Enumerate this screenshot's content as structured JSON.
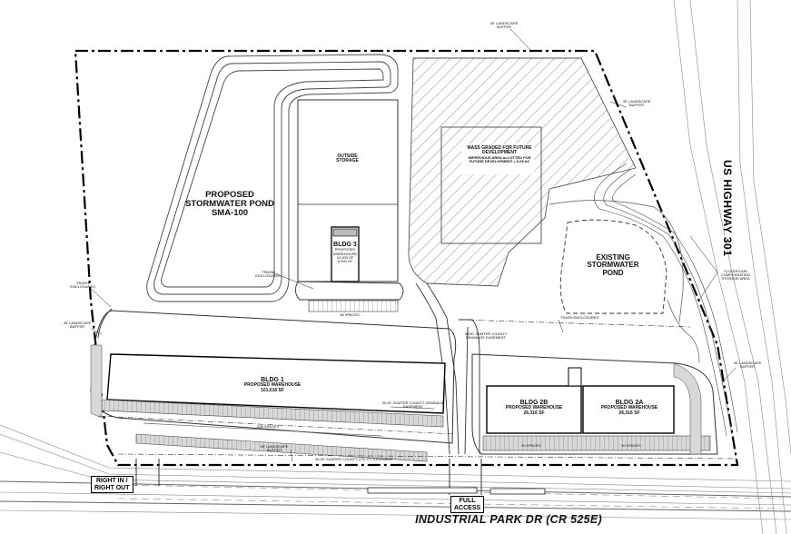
{
  "site": {
    "stormwater_proposed": {
      "line1": "PROPOSED",
      "line2": "STORMWATER POND",
      "line3": "SMA-100"
    },
    "outside_storage": {
      "line1": "OUTSIDE",
      "line2": "STORAGE"
    },
    "bldg3": {
      "name": "BLDG 3",
      "desc1": "PROPOSED",
      "desc2": "WAREHOUSE",
      "desc3": "10,000 SF",
      "desc4": "5,000 SF",
      "parking": "38 SPACES"
    },
    "mass_graded": {
      "line1": "MASS GRADED FOR FUTURE",
      "line2": "DEVELOPMENT",
      "line3": "IMPERVIOUS AREA ALLOTTED FOR",
      "line4": "FUTURE DEVELOPMENT = 6.09 AC"
    },
    "existing_pond": {
      "line1": "EXISTING",
      "line2": "STORMWATER",
      "line3": "POND"
    },
    "bldg1": {
      "name": "BLDG 1",
      "desc": "PROPOSED WAREHOUSE",
      "area": "101,016 SF",
      "parking": "336 SPACES"
    },
    "bldg2b": {
      "name": "BLDG 2B",
      "desc": "PROPOSED WAREHOUSE",
      "area": "26,316 SF",
      "parking": "50 SPACES"
    },
    "bldg2a": {
      "name": "BLDG 2A",
      "desc": "PROPOSED WAREHOUSE",
      "area": "26,316 SF",
      "parking": "50 SPACES"
    }
  },
  "notes": {
    "landscape_top": "30' LANDSCAPE BUFFER",
    "landscape_right_top": "30' LANDSCAPE BUFFER",
    "landscape_left": "30' LANDSCAPE BUFFER",
    "landscape_right": "30' LANDSCAPE BUFFER",
    "landscape_bottom": "30' LANDSCAPE BUFFER",
    "trash_left": "TRASH ENCLOSURES",
    "trash_mid": "TRASH ENCLOSURES",
    "trash_right": "TRASH ENCLOSURES",
    "drainage_easement_mid": "30/30' SUMTER COUNTY DRAINAGE EASEMENT",
    "drainage_easement_bldg1": "30,00' SUMTER COUNTY DRAINAGE EASEMENT",
    "utility_easement": "30,00' SUMTER COUNTY UTILITY EASEMENT",
    "floodplain": "FLOODPLAIN COMPENSATING STORAGE AREA"
  },
  "access": {
    "right_in": "RIGHT IN /",
    "right_out": "RIGHT OUT",
    "full": "FULL",
    "full2": "ACCESS"
  },
  "roads": {
    "south": "INDUSTRIAL PARK DR (CR 525E)",
    "east": "US HIGHWAY 301"
  }
}
